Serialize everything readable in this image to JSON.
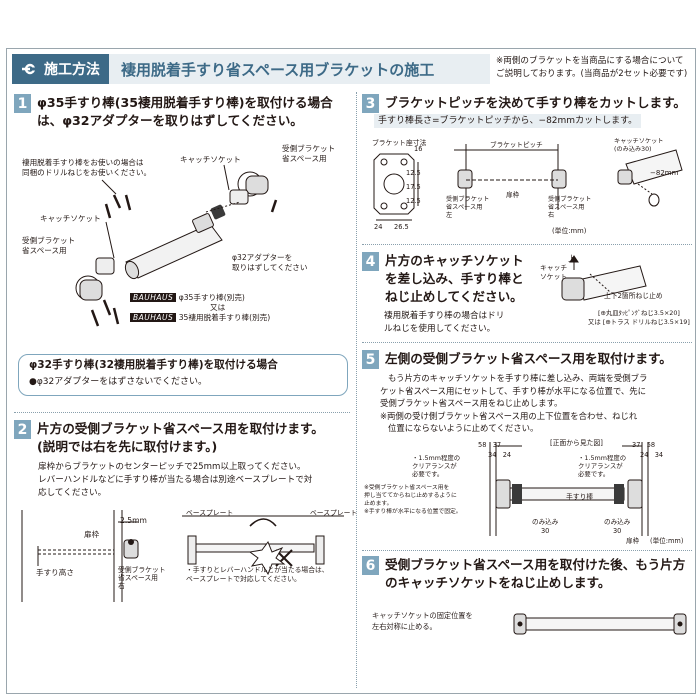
{
  "header": {
    "tab_label": "施工方法",
    "title": "褄用脱着手すり省スペース用ブラケットの施工",
    "note_line1": "※両側のブラケットを当商品にする場合について",
    "note_line2": "ご説明しております。(当商品が2セット必要です)"
  },
  "step1": {
    "number": "1",
    "title_line1": "φ35手すり棒(35褄用脱着手すり棒)を取付ける場合",
    "title_line2": "は、φ32アダプターを取りはずしてください。",
    "note_line1": "褄用脱着手すり棒をお使いの場合は",
    "note_line2": "同梱のドリルねじをお使いください。",
    "label_catch_socket_top": "キャッチソケット",
    "label_receiver_top_1": "受側ブラケット",
    "label_receiver_top_2": "省スペース用",
    "label_catch_socket_left": "キャッチソケット",
    "label_receiver_left_1": "受側ブラケット",
    "label_receiver_left_2": "省スペース用",
    "label_adapter_1": "φ32アダプターを",
    "label_adapter_2": "取りはずしてください",
    "brand": "BAUHAUS",
    "rod_line1": "φ35手すり棒(別売)",
    "rod_or": "又は",
    "rod_line2": "35褄用脱着手すり棒(別売)"
  },
  "step1_alt": {
    "title": "φ32手すり棒(32褄用脱着手すり棒)を取付ける場合",
    "bullet": "●φ32アダプターをはずさないでください。"
  },
  "step2": {
    "number": "2",
    "title_line1": "片方の受側ブラケット省スペース用を取付けます。",
    "title_line2": "(説明では右を先に取付けます。)",
    "body_line1": "扉枠からブラケットのセンターピッチで25mm以上取ってください。",
    "body_line2": "レバーハンドルなどに手すり棒が当たる場合は別途ベースプレートで対",
    "body_line3": "応してください。",
    "label_frame": "扉枠",
    "label_dim": "2.5mm",
    "label_height": "手すり高さ",
    "label_bracket_1": "受側ブラケット",
    "label_bracket_2": "省スペース用",
    "label_bracket_3": "右",
    "label_baseplate_left": "ベースプレート",
    "label_baseplate_right": "ベースプレート",
    "label_caution_1": "・手すりとレバーハンドルとが当たる場合は、",
    "label_caution_2": "ベースプレートで対応してください。"
  },
  "step3": {
    "number": "3",
    "title": "ブラケットピッチを決めて手すり棒をカットします。",
    "formula": "手すり棒長さ=ブラケットピッチから、−82mmカットします。",
    "label_bracket_hole": "ブラケット座寸法",
    "dims": [
      "16",
      "12.5",
      "17.5",
      "12.5",
      "24",
      "26.5"
    ],
    "label_pitch": "ブラケットピッチ",
    "label_frame": "扉枠",
    "label_bracket_left_1": "受側ブラケット",
    "label_bracket_left_2": "省スペース用",
    "label_bracket_left_3": "左",
    "label_bracket_right_1": "受側ブラケット",
    "label_bracket_right_2": "省スペース用",
    "label_bracket_right_3": "右",
    "label_unit": "(単位:mm)",
    "label_catch_1": "キャッチソケット",
    "label_catch_2": "(のみ込み30)",
    "label_minus": "−82mm"
  },
  "step4": {
    "number": "4",
    "title_line1": "片方のキャッチソケット",
    "title_line2": "を差し込み、手すり棒と",
    "title_line3": "ねじ止めしてください。",
    "body_line1": "褄用脱着手すり棒の場合はドリ",
    "body_line2": "ルねじを使用してください。",
    "label_top": "上",
    "label_catch_1": "キャッチ",
    "label_catch_2": "ソケット",
    "label_holes": "上下2箇所ねじ止め",
    "screw_line1": "[⊕丸皿ﾀｯﾋﾟﾝｸﾞねじ3.5×20]",
    "screw_or": "又は",
    "screw_line2": "[⊕トラス ドリルねじ3.5×19]"
  },
  "step5": {
    "number": "5",
    "title": "左側の受側ブラケット省スペース用を取付けます。",
    "body_line1": "もう片方のキャッチソケットを手すり棒に差し込み、両端を受側ブラ",
    "body_line2": "ケット省スペース用にセットして、手すり棒が水平になる位置で、先に",
    "body_line3": "受側ブラケット省スペース用をねじ止めします。",
    "body_line4": "※両側の受け側ブラケット省スペース用の上下位置を合わせ、ねじれ",
    "body_line5": "位置にならないように止めてください。",
    "label_front": "[正面から見た図]",
    "dims_left": [
      "58",
      "37",
      "34",
      "24"
    ],
    "dims_right": [
      "37",
      "58",
      "24",
      "34"
    ],
    "label_clearance_1": "・1.5mm程度の",
    "label_clearance_2": "クリアランスが",
    "label_clearance_3": "必要です。",
    "label_note_1": "※受側ブラケット省スペース用を",
    "label_note_2": "押し当ててからねじ止めするように",
    "label_note_3": "止めます。",
    "label_note_4": "※手すり棒が水平になる位置で固定。",
    "label_rod": "手すり棒",
    "label_inset_left": "のみ込み",
    "label_inset_left_val": "30",
    "label_inset_right": "のみ込み",
    "label_inset_right_val": "30",
    "label_frame": "扉枠",
    "label_unit": "(単位:mm)"
  },
  "step6": {
    "number": "6",
    "title_line1": "受側ブラケット省スペース用を取付けた後、もう片方",
    "title_line2": "のキャッチソケットをねじ止めします。",
    "label_1": "キャッチソケットの固定位置を",
    "label_2": "左右対称に止める。"
  }
}
